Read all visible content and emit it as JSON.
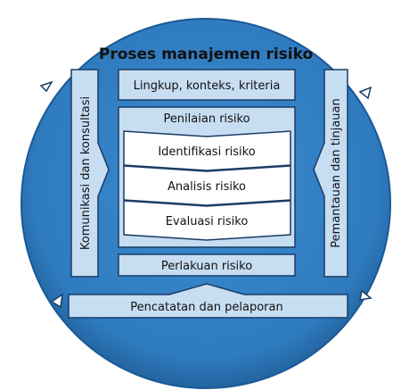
{
  "colors": {
    "circle_fill": "#2f7bbf",
    "circle_edge": "#1a5a96",
    "box_fill": "#c7ddf2",
    "box_stroke": "#1a3d66",
    "inner_box_fill": "#ffffff",
    "text": "#111111"
  },
  "diagram": {
    "title": "Proses manajemen risiko",
    "scope_box": "Lingkup, konteks, kriteria",
    "assessment": {
      "title": "Penilaian risiko",
      "steps": [
        "Identifikasi risiko",
        "Analisis risiko",
        "Evaluasi risiko"
      ]
    },
    "treatment_box": "Perlakuan risiko",
    "left_bar": "Komunikasi dan konsultasi",
    "right_bar": "Pemantauan dan tinjauan",
    "bottom_bar": "Pencatatan dan pelaporan"
  }
}
